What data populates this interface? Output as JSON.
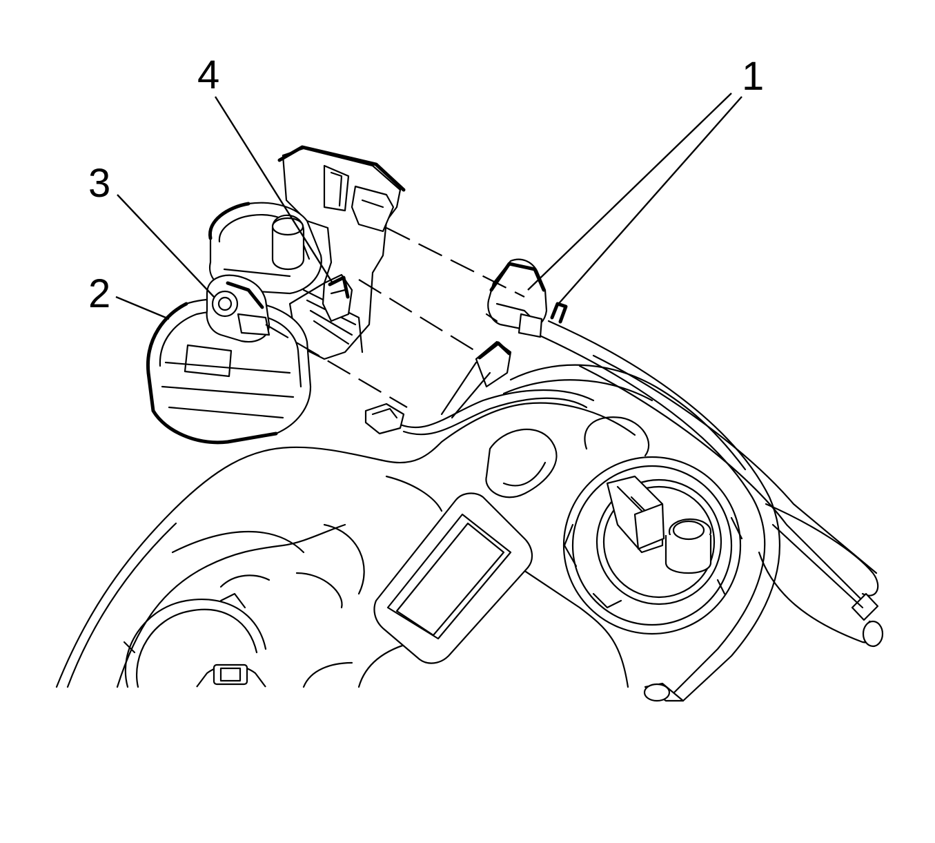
{
  "diagram": {
    "callouts": {
      "c1": "1",
      "c2": "2",
      "c3": "3",
      "c4": "4"
    },
    "colors": {
      "line": "#000000",
      "background": "#ffffff"
    }
  }
}
